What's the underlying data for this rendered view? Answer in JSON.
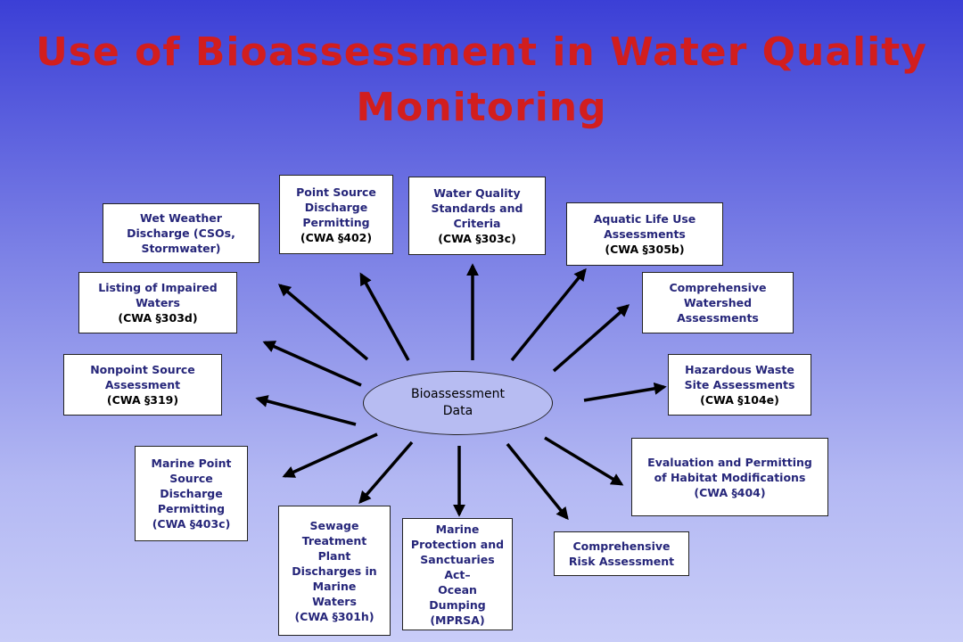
{
  "title": {
    "line1": "Use of Bioassessment in Water Quality",
    "line2": "Monitoring"
  },
  "center": {
    "line1": "Bioassessment",
    "line2": "Data"
  },
  "boxes": {
    "wet_weather": [
      "Wet Weather",
      "Discharge (CSOs,",
      "Stormwater)"
    ],
    "point_source": [
      "Point Source",
      "Discharge",
      "Permitting",
      "(CWA §402)"
    ],
    "wq_standards": [
      "Water Quality",
      "Standards and",
      "Criteria",
      "(CWA §303c)"
    ],
    "aquatic_life": [
      "Aquatic Life Use",
      "Assessments",
      "(CWA §305b)"
    ],
    "impaired_waters": [
      "Listing of Impaired",
      "Waters",
      "(CWA §303d)"
    ],
    "watershed": [
      "Comprehensive",
      "Watershed",
      "Assessments"
    ],
    "nonpoint": [
      "Nonpoint Source",
      "Assessment",
      "(CWA §319)"
    ],
    "hazardous_waste": [
      "Hazardous Waste",
      "Site Assessments",
      "(CWA §104e)"
    ],
    "marine_point": [
      "Marine Point",
      "Source",
      "Discharge",
      "Permitting",
      "(CWA §403c)"
    ],
    "habitat": [
      "Evaluation and Permitting",
      "of Habitat  Modifications",
      "(CWA §404)"
    ],
    "sewage": [
      "Sewage",
      "Treatment",
      "Plant",
      "Discharges in",
      "Marine",
      "Waters",
      "(CWA §301h)"
    ],
    "mprsa": [
      "Marine",
      "Protection and",
      "Sanctuaries Act–",
      "Ocean Dumping",
      "(MPRSA)"
    ],
    "risk": [
      "Comprehensive",
      "Risk Assessment"
    ]
  }
}
